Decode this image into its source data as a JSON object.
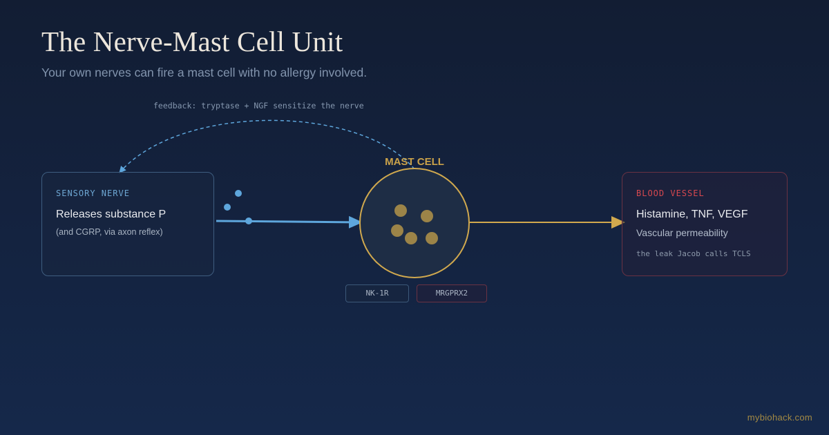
{
  "header": {
    "title": "The Nerve-Mast Cell Unit",
    "subtitle": "Your own nerves can fire a mast cell with no allergy involved."
  },
  "feedback": {
    "label": "feedback: tryptase + NGF sensitize the nerve"
  },
  "nerve": {
    "tag": "SENSORY NERVE",
    "main": "Releases substance P",
    "sub": "(and CGRP, via axon reflex)"
  },
  "mast_cell": {
    "label": "MAST CELL",
    "granule_count": 5
  },
  "vessel": {
    "tag": "BLOOD VESSEL",
    "main": "Histamine, TNF, VEGF",
    "sub": "Vascular permeability",
    "note": "the leak Jacob calls TCLS"
  },
  "receptors": [
    {
      "label": "NK-1R"
    },
    {
      "label": "MRGPRX2"
    }
  ],
  "footer": {
    "site": "mybiohack.com"
  },
  "colors": {
    "background": "#132039",
    "nerve_accent": "#5ea6dc",
    "mast_cell_accent": "#d1a94e",
    "vessel_accent": "#d8484f",
    "granule": "#9c8448"
  }
}
